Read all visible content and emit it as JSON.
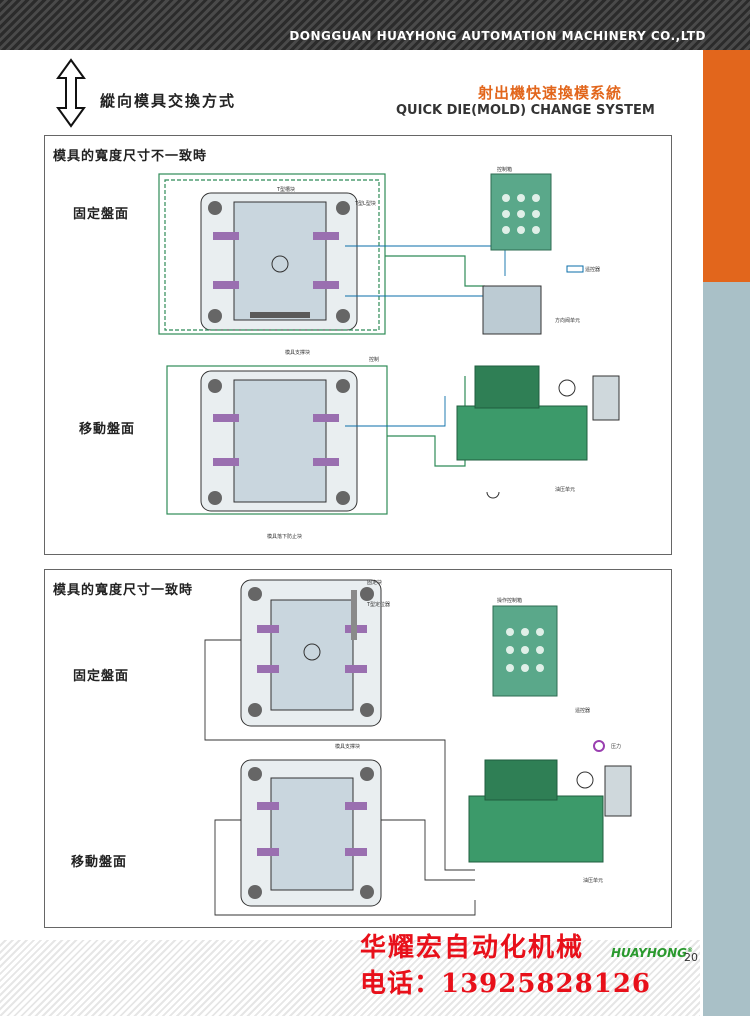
{
  "header": {
    "company": "DONGGUAN HUAYHONG AUTOMATION MACHINERY CO.,LTD"
  },
  "title": {
    "section": "縱向模具交換方式",
    "cn": "射出機快速換模系統",
    "en": "QUICK DIE(MOLD) CHANGE SYSTEM"
  },
  "box1": {
    "title": "模具的寬度尺寸不一致時",
    "fixed_platen": "固定盤面",
    "moving_platen": "移動盤面"
  },
  "box2": {
    "title": "模具的寬度尺寸一致時",
    "fixed_platen": "固定盤面",
    "moving_platen": "移動盤面"
  },
  "footer": {
    "company_cn": "华耀宏自动化机械",
    "phone": "电话：13925828126",
    "logo": "HUAYHONG",
    "page": "20"
  },
  "colors": {
    "accent_orange": "#e2661c",
    "side_blue": "#a9c0c7",
    "line_green": "#2e8b57",
    "machine_green": "#3c9a6a",
    "contact_red": "#e8101a"
  }
}
